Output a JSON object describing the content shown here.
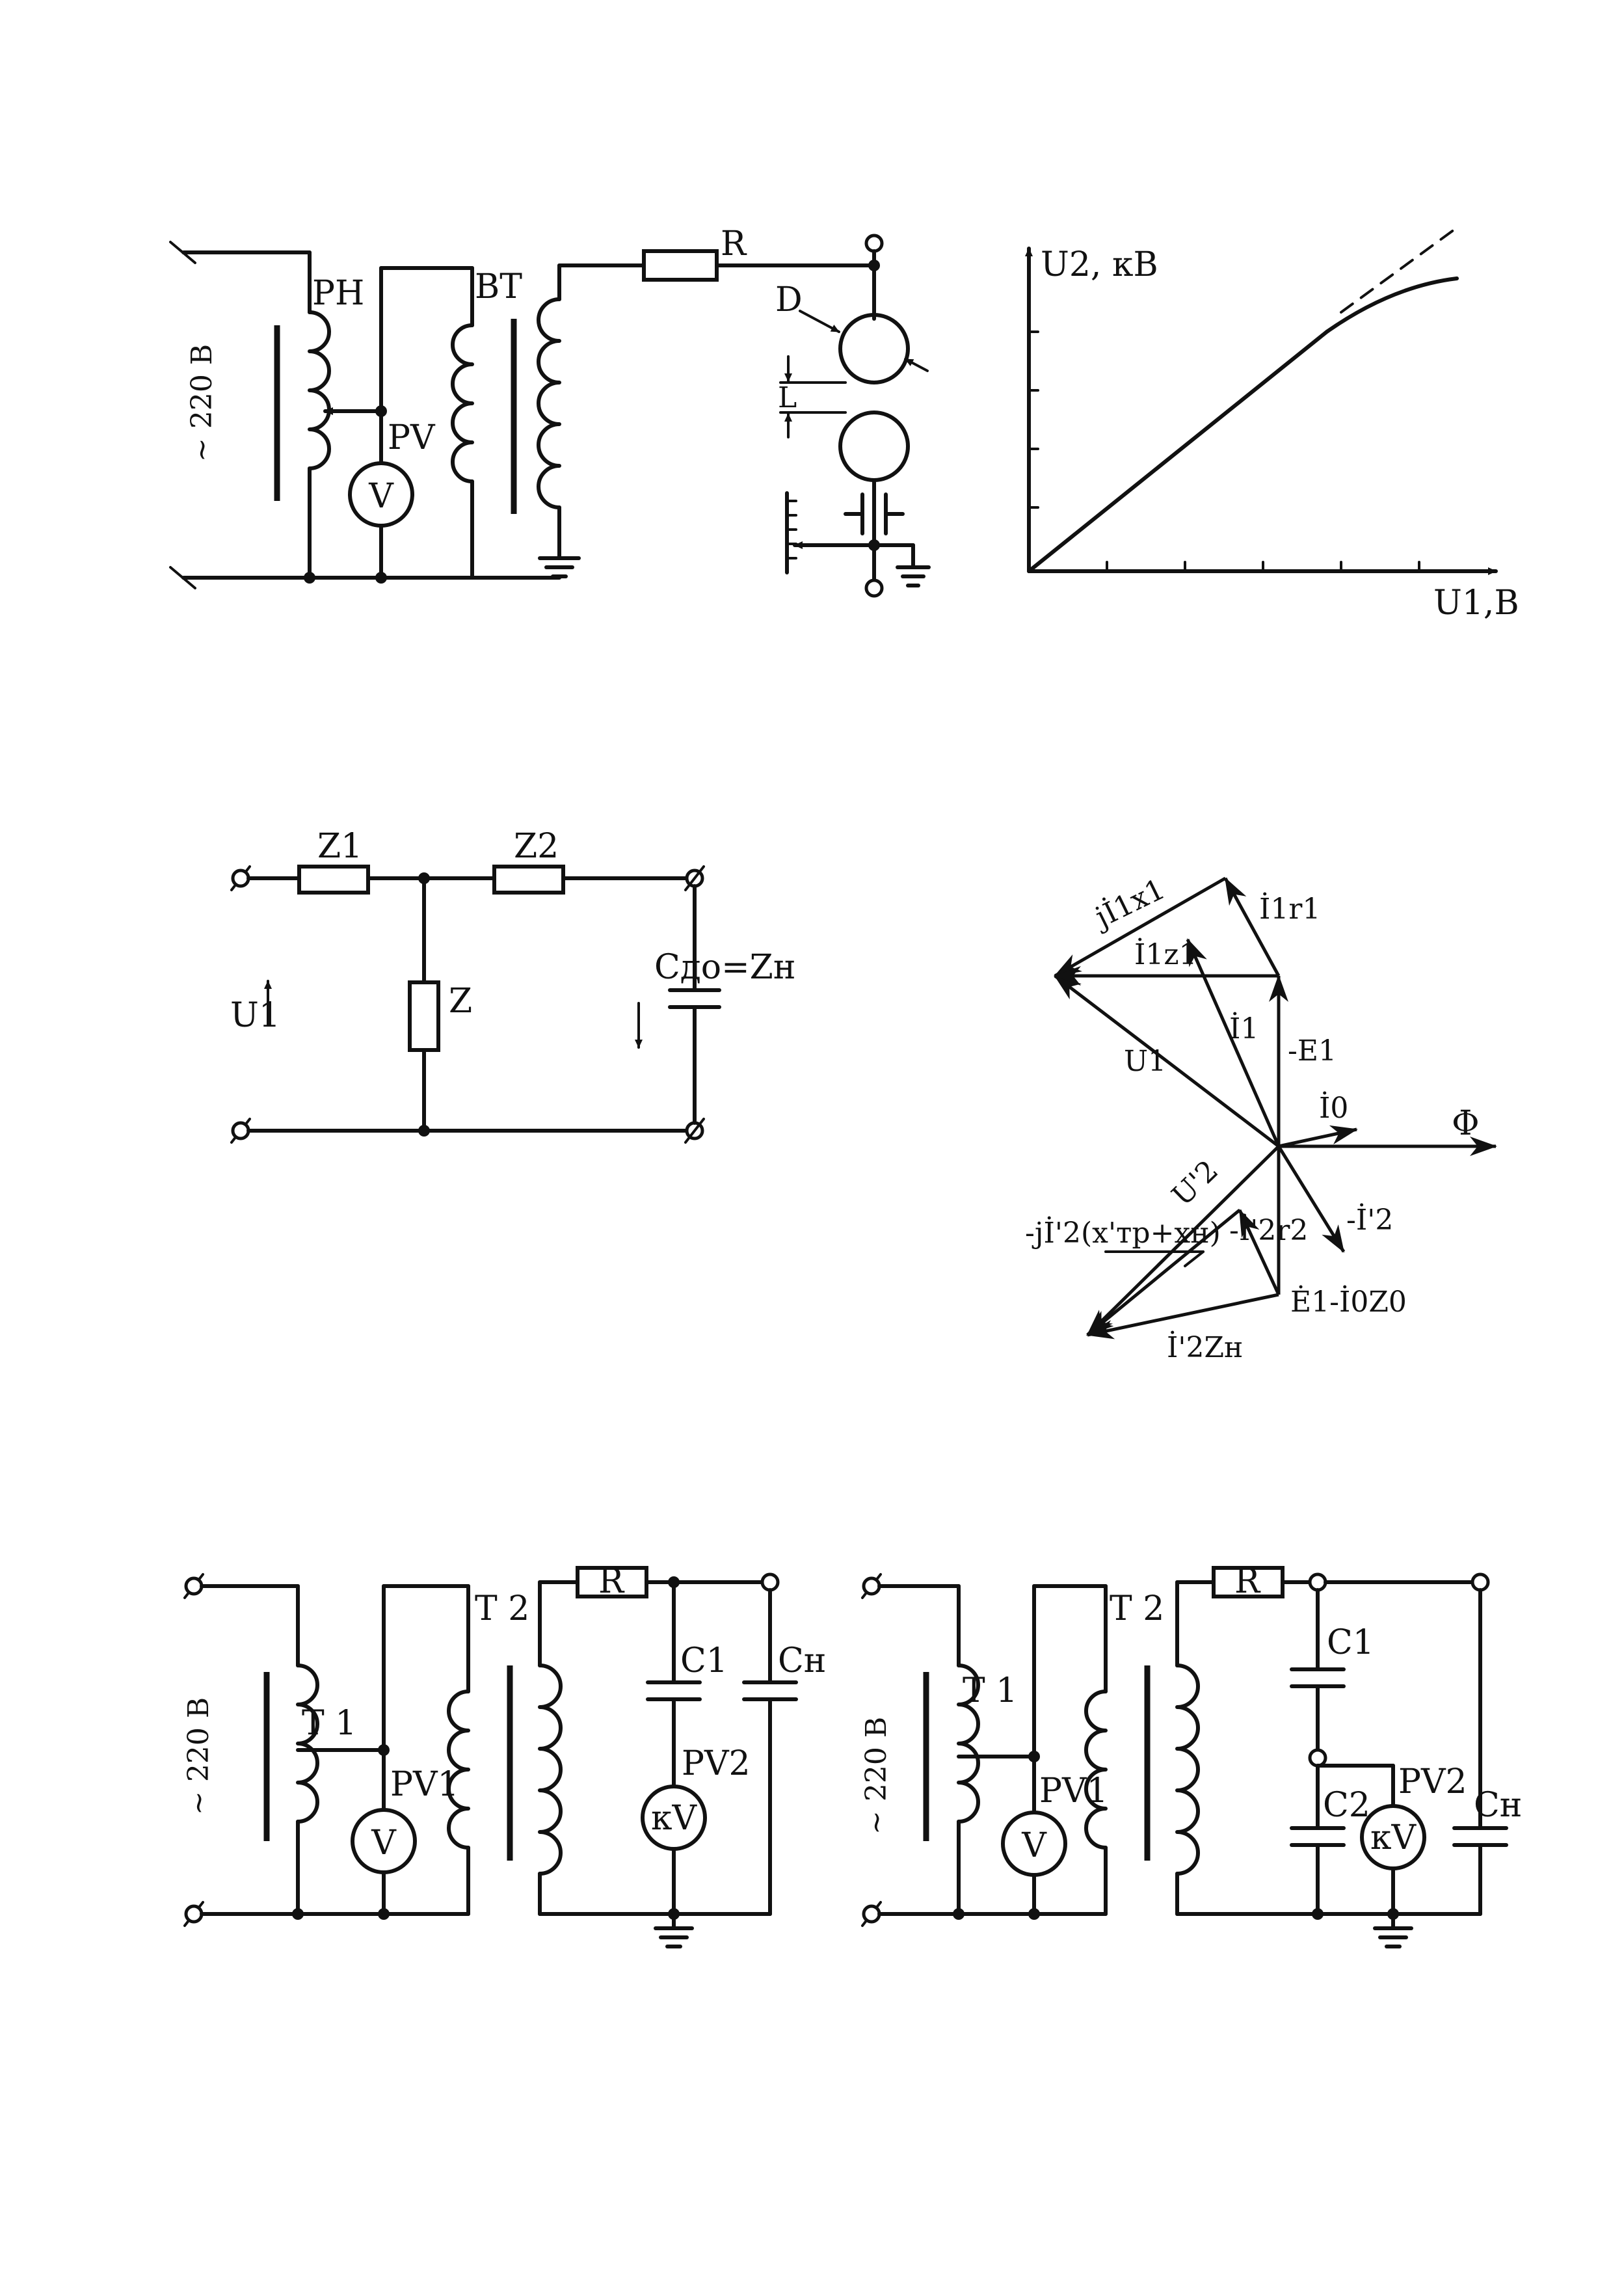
{
  "fig1": {
    "supply": "~ 220 В",
    "regulator": "PH",
    "transformer": "BT",
    "voltmeter_label": "PV",
    "voltmeter_symbol": "V",
    "resistor": "R",
    "sphere_label": "D",
    "gap_label": "L"
  },
  "fig2": {
    "y_axis_label": "U2, кВ",
    "x_axis_label": "U1,В"
  },
  "fig3": {
    "z1": "Z1",
    "z2": "Z2",
    "z": "Z",
    "u1": "U1",
    "load": "Cдо=Zн"
  },
  "fig4": {
    "jI1x1": "jİ1x1",
    "I1r1": "İ1r1",
    "I1z1": "İ1z1",
    "I1": "İ1",
    "minusE1": "-E1",
    "U1": "U1",
    "I0": "İ0",
    "Phi": "Φ",
    "U2p": "U'2",
    "jI2": "-jİ'2(x'тр+xн)",
    "I2r2": "-İ'2r2",
    "minusI2": "-İ'2",
    "E1I0Z0": "Ė1-İ0Z0",
    "I2Zn": "İ'2Zн"
  },
  "fig5": {
    "supply": "~ 220 В",
    "t1": "T 1",
    "t2": "T 2",
    "pv1": "PV1",
    "v": "V",
    "r": "R",
    "c1": "C1",
    "cn": "Cн",
    "pv2": "PV2",
    "kv": "кV"
  },
  "fig6": {
    "supply": "~ 220 В",
    "t1": "T 1",
    "t2": "T 2",
    "pv1": "PV1",
    "v": "V",
    "r": "R",
    "c1": "C1",
    "c2": "C2",
    "cn": "Cн",
    "pv2": "PV2",
    "kv": "кV"
  }
}
